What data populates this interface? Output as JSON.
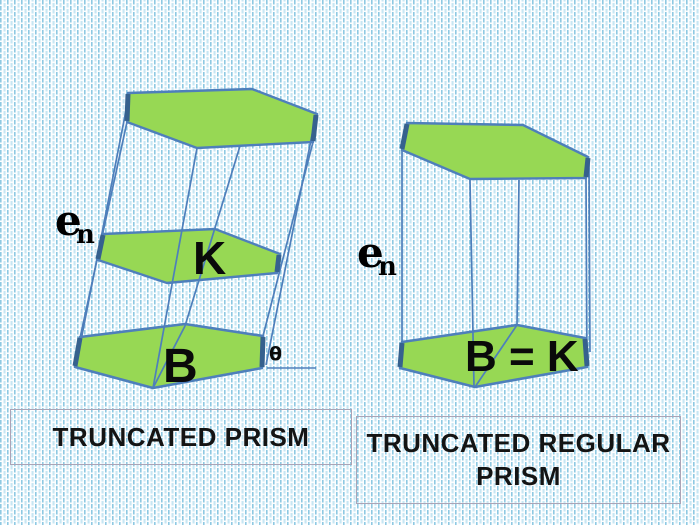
{
  "slide": {
    "background": {
      "base_color": "#fdfeff",
      "dash_color_dark": "#8ec9e2",
      "dash_color_light": "#c7e6f3"
    },
    "palette": {
      "face_fill_green": "#97d854",
      "edge_stroke_blue": "#4e7fbb",
      "thick_edge_dark_blue": "#36618e",
      "caption_border": "#aba4b6",
      "text_black": "#0a0a0a"
    }
  },
  "left_prism": {
    "caption": "TRUNCATED PRISM",
    "height_label": "e",
    "height_label_sub": "n",
    "cross_section_label": "K",
    "base_label": "B",
    "angle_label": "θ"
  },
  "right_prism": {
    "caption": "TRUNCATED REGULAR PRISM",
    "height_label": "e",
    "height_label_sub": "n",
    "base_label": "B = K"
  }
}
